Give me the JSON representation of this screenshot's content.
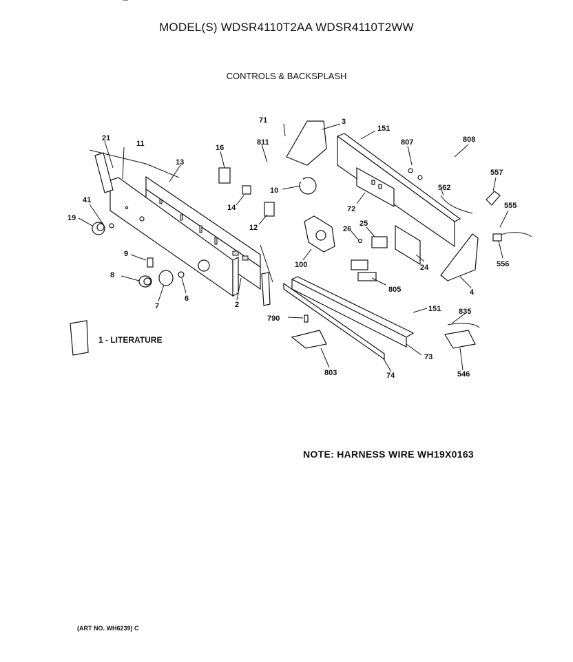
{
  "header": {
    "title": "MODEL(S) WDSR4110T2AA  WDSR4110T2WW",
    "subtitle": "CONTROLS & BACKSPLASH"
  },
  "note": "NOTE: HARNESS WIRE WH19X0163",
  "art_number": "(ART NO. WH6239) C",
  "literature_label": "1 - LITERATURE",
  "callouts": [
    "71",
    "3",
    "151",
    "807",
    "808",
    "21",
    "11",
    "16",
    "811",
    "13",
    "557",
    "10",
    "562",
    "555",
    "14",
    "72",
    "41",
    "12",
    "26",
    "25",
    "19",
    "9",
    "100",
    "24",
    "556",
    "8",
    "6",
    "7",
    "805",
    "4",
    "2",
    "151",
    "835",
    "790",
    "73",
    "803",
    "74",
    "546"
  ]
}
